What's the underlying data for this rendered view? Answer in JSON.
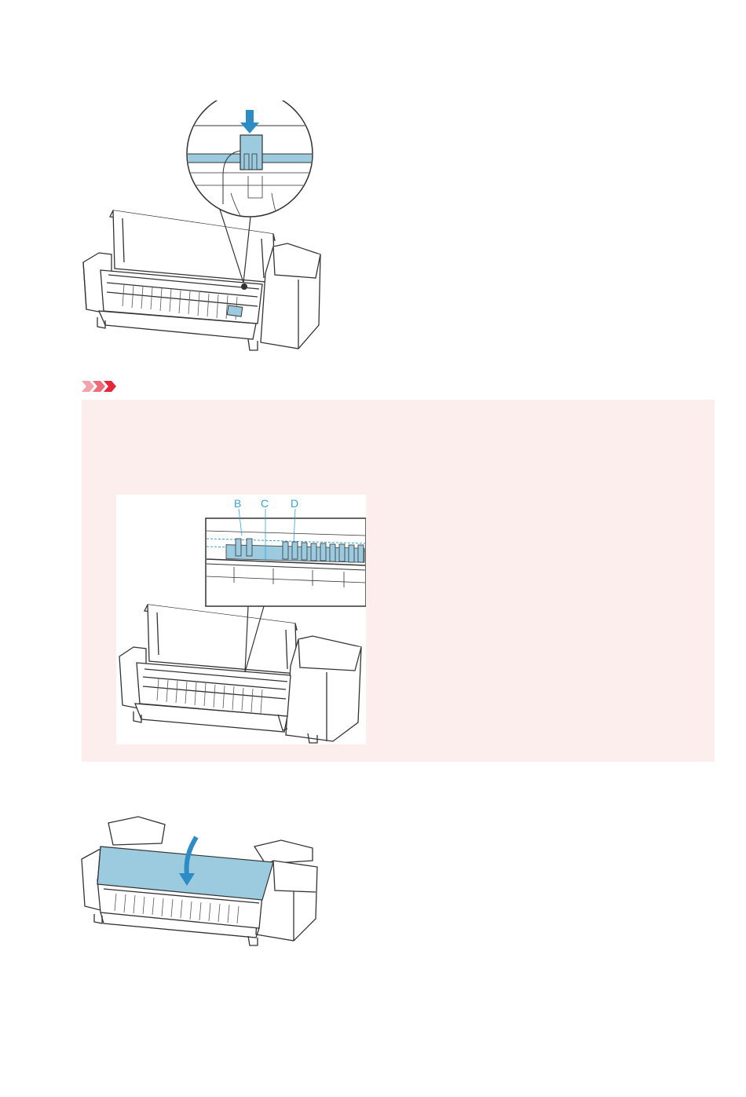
{
  "important": {
    "icon": "important-chevrons-icon",
    "color": "#e8263a",
    "background": "#fdeeee"
  },
  "figure2": {
    "callout_labels": [
      "B",
      "C",
      "D"
    ]
  },
  "colors": {
    "highlight_blue": "#9ccbe0",
    "arrow_blue": "#2d8cc4",
    "label_blue": "#3aa0d8",
    "line": "#333333"
  }
}
